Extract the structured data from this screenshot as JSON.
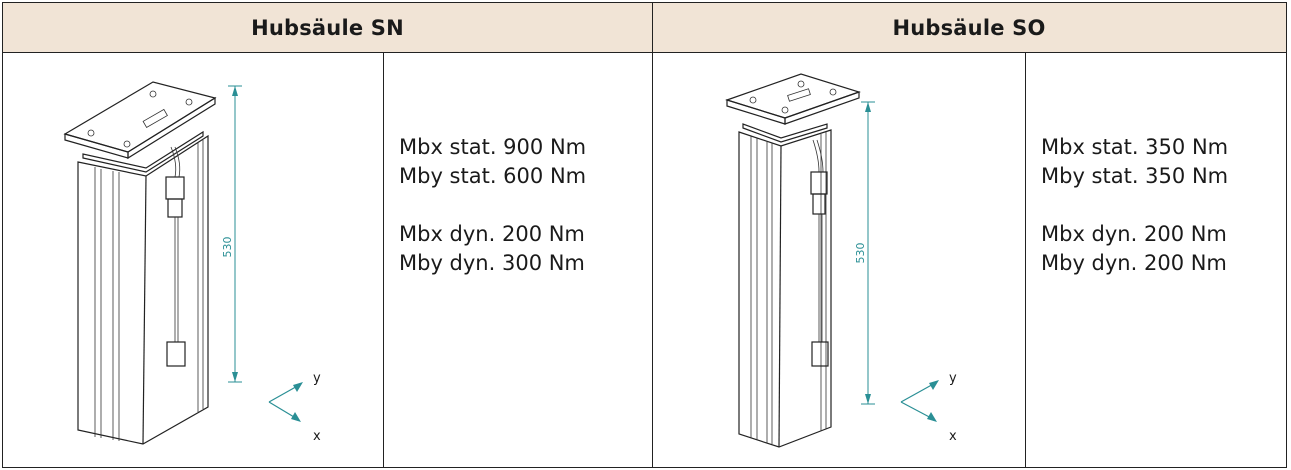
{
  "columns": [
    {
      "title": "Hubsäule SN",
      "dimension": "530",
      "axis_y": "y",
      "axis_x": "x",
      "specs": [
        "Mbx stat. 900 Nm",
        "Mby stat. 600 Nm",
        "",
        "Mbx dyn. 200 Nm",
        "Mby dyn. 300 Nm"
      ]
    },
    {
      "title": "Hubsäule SO",
      "dimension": "530",
      "axis_y": "y",
      "axis_x": "x",
      "specs": [
        "Mbx stat. 350 Nm",
        "Mby stat. 350 Nm",
        "",
        "Mbx dyn. 200 Nm",
        "Mby dyn. 200 Nm"
      ]
    }
  ],
  "colors": {
    "header_bg": "#f1e4d6",
    "dimension_line": "#2a8f95",
    "border": "#222222"
  }
}
